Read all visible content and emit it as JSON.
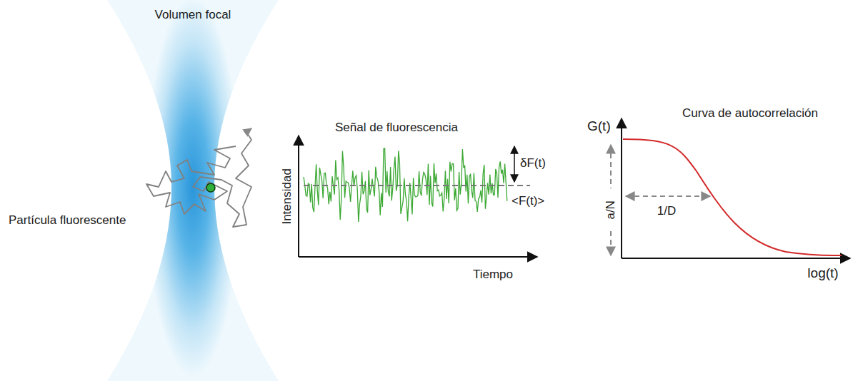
{
  "diagram": {
    "labels": [
      "Volumen focal",
      "Partícula fluorescente",
      "Señal de fluorescencia",
      "Intensidad",
      "Tiempo",
      "δF(t)",
      "<F(t)>",
      "Curva de autocorrelación",
      "G(t)",
      "a/N",
      "1/D",
      "log(t)"
    ]
  }
}
